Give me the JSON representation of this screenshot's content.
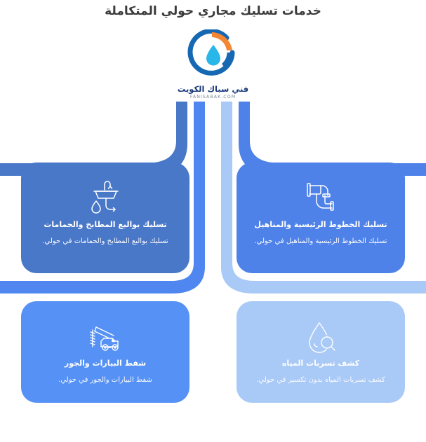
{
  "page": {
    "title": "خدمات تسليك مجاري حولي المتكاملة",
    "background_color": "#ffffff",
    "title_color": "#3b3b3b"
  },
  "logo": {
    "name": "fanisabak-logo",
    "wordmark": "فني سباك الكويت",
    "domain": "FANISABAK.COM",
    "ring_color": "#1668b3",
    "accent_color": "#f58634",
    "droplet_color": "#29b6e8",
    "wordmark_color": "#1a3a7a",
    "domain_color": "#7c8596"
  },
  "connectors": {
    "bars": [
      {
        "name": "connector-top-left",
        "color": "#4a78c8"
      },
      {
        "name": "connector-bottom-left",
        "color": "#4f86f0"
      },
      {
        "name": "connector-bottom-right",
        "color": "#a9c9f7"
      },
      {
        "name": "connector-top-right",
        "color": "#4f82e8"
      }
    ]
  },
  "cards": [
    {
      "id": "top-left",
      "icon": "sink-drain-icon",
      "title": "تسليك بوالیع المطابخ والحمامات",
      "description": "تسليك بوالیع المطابخ والحمامات في حولي.",
      "color": "#4a78c8"
    },
    {
      "id": "top-right",
      "icon": "pipe-elbow-icon",
      "title": "تسليك الخطوط الرئيسية والمناهيل",
      "description": "تسليك الخطوط الرئيسية والمناهيل في حولي.",
      "color": "#4f82e8"
    },
    {
      "id": "bottom-left",
      "icon": "vacuum-truck-icon",
      "title": "شفط البيارات والجور",
      "description": "شفط البيارات والجور في حولي.",
      "color": "#5691f5"
    },
    {
      "id": "bottom-right",
      "icon": "water-leak-detection-icon",
      "title": "كشف تسربات المياه",
      "description": "كشف تسربات المياه بدون تكسير في حولي.",
      "color": "#a9c9f7"
    }
  ]
}
